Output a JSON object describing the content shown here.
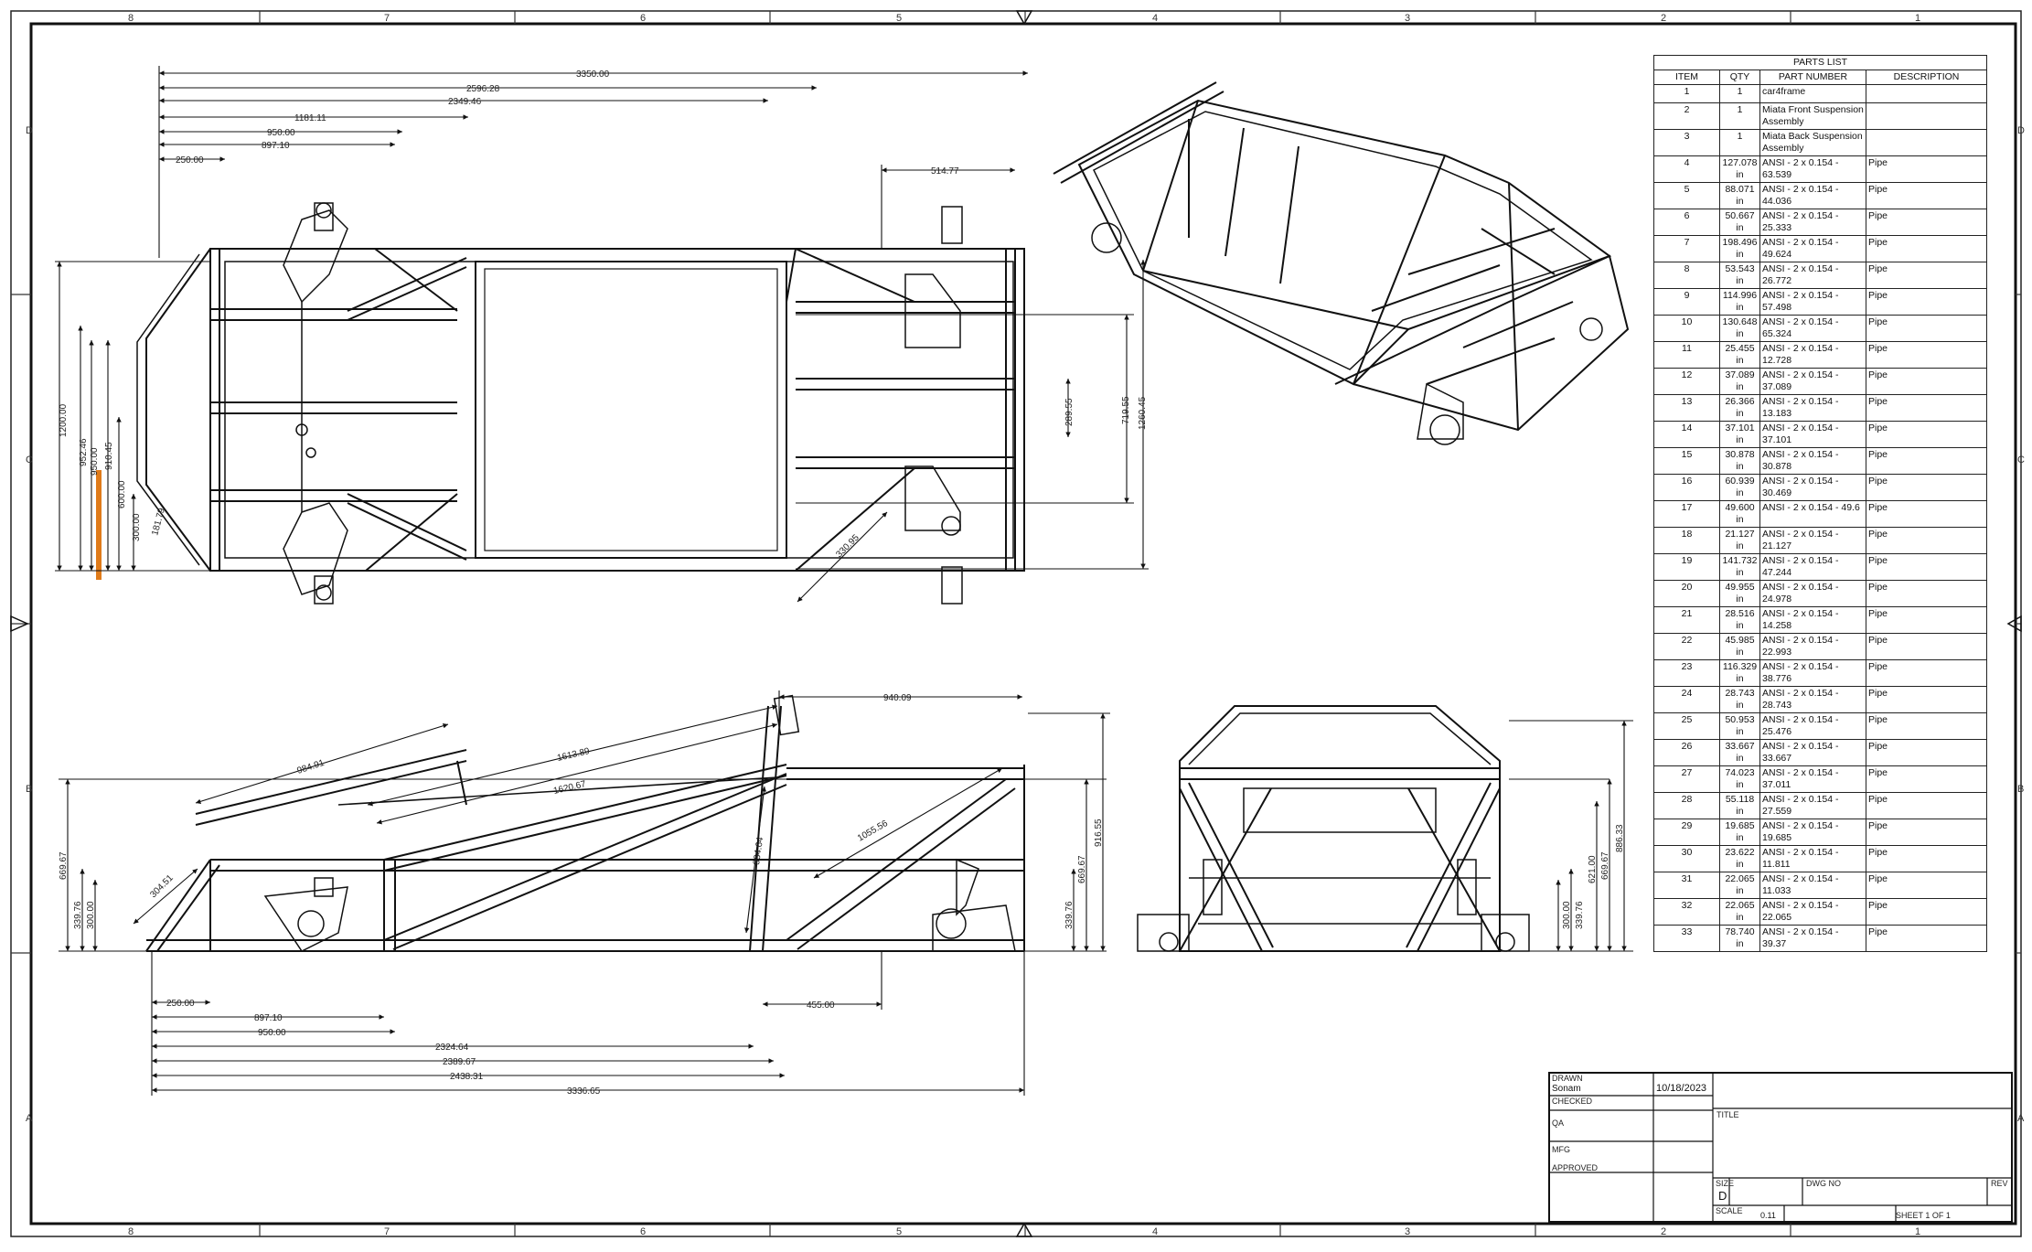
{
  "zones": {
    "top_columns": [
      "8",
      "7",
      "6",
      "5",
      "4",
      "3",
      "2",
      "1"
    ],
    "rows": [
      "D",
      "C",
      "B",
      "A"
    ]
  },
  "top_view_dims": {
    "d1": "3350.00",
    "d2": "2596.28",
    "d3": "2349.46",
    "d4": "1181.11",
    "d5": "950.00",
    "d6": "897.10",
    "d7": "250.00",
    "d8": "514.77",
    "v1": "1200.00",
    "v2": "952.46",
    "v3": "950.00",
    "v4": "910.45",
    "v5": "600.00",
    "v6": "300.00",
    "v7": "181.79",
    "v8": "289.55",
    "v9": "719.55",
    "v10": "1260.45",
    "a1": "330.95"
  },
  "side_view_dims": {
    "h1": "940.09",
    "s1": "984.91",
    "s2": "1613.89",
    "s3": "1620.67",
    "s4": "1055.56",
    "s5": "334.64",
    "s6": "304.51",
    "l1": "669.67",
    "l2": "339.76",
    "l3": "300.00",
    "r1": "339.76",
    "r2": "669.67",
    "r3": "916.55",
    "b1": "250.00",
    "b2": "897.10",
    "b3": "950.00",
    "b4": "2324.64",
    "b5": "2389.67",
    "b6": "2438.31",
    "b7": "3336.65",
    "b8": "455.00"
  },
  "front_view_dims": {
    "f1": "300.00",
    "f2": "339.76",
    "f3": "621.00",
    "f4": "669.67",
    "f5": "886.33"
  },
  "parts_list": {
    "title": "PARTS LIST",
    "headers": [
      "ITEM",
      "QTY",
      "PART NUMBER",
      "DESCRIPTION"
    ],
    "rows": [
      {
        "item": "1",
        "qty": "1",
        "part": "car4frame",
        "desc": ""
      },
      {
        "item": "2",
        "qty": "1",
        "part": "Miata Front Suspension Assembly",
        "desc": ""
      },
      {
        "item": "3",
        "qty": "1",
        "part": "Miata Back Suspension Assembly",
        "desc": ""
      },
      {
        "item": "4",
        "qty": "127.078 in",
        "part": "ANSI - 2 x 0.154 - 63.539",
        "desc": "Pipe"
      },
      {
        "item": "5",
        "qty": "88.071 in",
        "part": "ANSI - 2 x 0.154 - 44.036",
        "desc": "Pipe"
      },
      {
        "item": "6",
        "qty": "50.667 in",
        "part": "ANSI - 2 x 0.154 - 25.333",
        "desc": "Pipe"
      },
      {
        "item": "7",
        "qty": "198.496 in",
        "part": "ANSI - 2 x 0.154 - 49.624",
        "desc": "Pipe"
      },
      {
        "item": "8",
        "qty": "53.543 in",
        "part": "ANSI - 2 x 0.154 - 26.772",
        "desc": "Pipe"
      },
      {
        "item": "9",
        "qty": "114.996 in",
        "part": "ANSI - 2 x 0.154 - 57.498",
        "desc": "Pipe"
      },
      {
        "item": "10",
        "qty": "130.648 in",
        "part": "ANSI - 2 x 0.154 - 65.324",
        "desc": "Pipe"
      },
      {
        "item": "11",
        "qty": "25.455 in",
        "part": "ANSI - 2 x 0.154 - 12.728",
        "desc": "Pipe"
      },
      {
        "item": "12",
        "qty": "37.089 in",
        "part": "ANSI - 2 x 0.154 - 37.089",
        "desc": "Pipe"
      },
      {
        "item": "13",
        "qty": "26.366 in",
        "part": "ANSI - 2 x 0.154 - 13.183",
        "desc": "Pipe"
      },
      {
        "item": "14",
        "qty": "37.101 in",
        "part": "ANSI - 2 x 0.154 - 37.101",
        "desc": "Pipe"
      },
      {
        "item": "15",
        "qty": "30.878 in",
        "part": "ANSI - 2 x 0.154 - 30.878",
        "desc": "Pipe"
      },
      {
        "item": "16",
        "qty": "60.939 in",
        "part": "ANSI - 2 x 0.154 - 30.469",
        "desc": "Pipe"
      },
      {
        "item": "17",
        "qty": "49.600 in",
        "part": "ANSI - 2 x 0.154 - 49.6",
        "desc": "Pipe"
      },
      {
        "item": "18",
        "qty": "21.127 in",
        "part": "ANSI - 2 x 0.154 - 21.127",
        "desc": "Pipe"
      },
      {
        "item": "19",
        "qty": "141.732 in",
        "part": "ANSI - 2 x 0.154 - 47.244",
        "desc": "Pipe"
      },
      {
        "item": "20",
        "qty": "49.955 in",
        "part": "ANSI - 2 x 0.154 - 24.978",
        "desc": "Pipe"
      },
      {
        "item": "21",
        "qty": "28.516 in",
        "part": "ANSI - 2 x 0.154 - 14.258",
        "desc": "Pipe"
      },
      {
        "item": "22",
        "qty": "45.985 in",
        "part": "ANSI - 2 x 0.154 - 22.993",
        "desc": "Pipe"
      },
      {
        "item": "23",
        "qty": "116.329 in",
        "part": "ANSI - 2 x 0.154 - 38.776",
        "desc": "Pipe"
      },
      {
        "item": "24",
        "qty": "28.743 in",
        "part": "ANSI - 2 x 0.154 - 28.743",
        "desc": "Pipe"
      },
      {
        "item": "25",
        "qty": "50.953 in",
        "part": "ANSI - 2 x 0.154 - 25.476",
        "desc": "Pipe"
      },
      {
        "item": "26",
        "qty": "33.667 in",
        "part": "ANSI - 2 x 0.154 - 33.667",
        "desc": "Pipe"
      },
      {
        "item": "27",
        "qty": "74.023 in",
        "part": "ANSI - 2 x 0.154 - 37.011",
        "desc": "Pipe"
      },
      {
        "item": "28",
        "qty": "55.118 in",
        "part": "ANSI - 2 x 0.154 - 27.559",
        "desc": "Pipe"
      },
      {
        "item": "29",
        "qty": "19.685 in",
        "part": "ANSI - 2 x 0.154 - 19.685",
        "desc": "Pipe"
      },
      {
        "item": "30",
        "qty": "23.622 in",
        "part": "ANSI - 2 x 0.154 - 11.811",
        "desc": "Pipe"
      },
      {
        "item": "31",
        "qty": "22.065 in",
        "part": "ANSI - 2 x 0.154 - 11.033",
        "desc": "Pipe"
      },
      {
        "item": "32",
        "qty": "22.065 in",
        "part": "ANSI - 2 x 0.154 - 22.065",
        "desc": "Pipe"
      },
      {
        "item": "33",
        "qty": "78.740 in",
        "part": "ANSI - 2 x 0.154 - 39.37",
        "desc": "Pipe"
      }
    ]
  },
  "title_block": {
    "drawn_label": "DRAWN",
    "drawn_by": "Sonam",
    "date": "10/18/2023",
    "checked_label": "CHECKED",
    "qa_label": "QA",
    "mfg_label": "MFG",
    "approved_label": "APPROVED",
    "title_label": "TITLE",
    "size_label": "SIZE",
    "size_value": "D",
    "dwg_label": "DWG NO",
    "rev_label": "REV",
    "scale_label": "SCALE",
    "scale_value": "0.11",
    "sheet_text": "SHEET 1  OF 1"
  },
  "colors": {
    "line": "#111111",
    "highlight": "#E07B1A"
  }
}
